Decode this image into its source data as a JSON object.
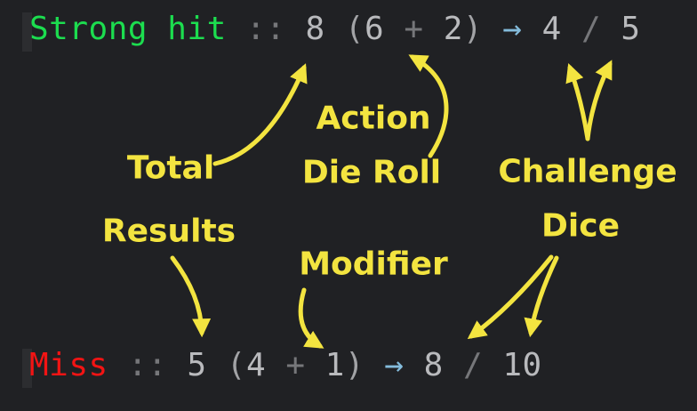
{
  "title": "Dice roll notation explanation",
  "palette": {
    "bg": "#202124",
    "cursor": "#2c2d30",
    "green": "#1cdd4f",
    "red": "#f21414",
    "num": "#b9babd",
    "paren": "#a2a3a6",
    "op": "#76777a",
    "blue": "#84bcdc",
    "yellow": "#f3e440"
  },
  "lines": {
    "strong_hit": {
      "full_text": "Strong hit :: 8 (6 + 2) → 4 / 5",
      "segments": [
        {
          "text": "Strong hit",
          "color": "green"
        },
        {
          "text": " :: ",
          "color": "op"
        },
        {
          "text": "8 ",
          "color": "num"
        },
        {
          "text": "(",
          "color": "paren"
        },
        {
          "text": "6",
          "color": "num"
        },
        {
          "text": " + ",
          "color": "op"
        },
        {
          "text": "2",
          "color": "num"
        },
        {
          "text": ")",
          "color": "paren"
        },
        {
          "text": " ",
          "color": "num"
        },
        {
          "text": "→",
          "color": "blue"
        },
        {
          "text": " 4 ",
          "color": "num"
        },
        {
          "text": "/",
          "color": "op"
        },
        {
          "text": " 5",
          "color": "num"
        }
      ]
    },
    "miss": {
      "full_text": "Miss :: 5 (4 + 1) → 8 / 10",
      "segments": [
        {
          "text": "Miss",
          "color": "red"
        },
        {
          "text": " :: ",
          "color": "op"
        },
        {
          "text": "5 ",
          "color": "num"
        },
        {
          "text": "(",
          "color": "paren"
        },
        {
          "text": "4",
          "color": "num"
        },
        {
          "text": " + ",
          "color": "op"
        },
        {
          "text": "1",
          "color": "num"
        },
        {
          "text": ")",
          "color": "paren"
        },
        {
          "text": " ",
          "color": "num"
        },
        {
          "text": "→",
          "color": "blue"
        },
        {
          "text": " 8 ",
          "color": "num"
        },
        {
          "text": "/",
          "color": "op"
        },
        {
          "text": " 10",
          "color": "num"
        }
      ]
    }
  },
  "labels": {
    "total": "Total",
    "results": "Results",
    "action": "Action",
    "die_roll": "Die Roll",
    "challenge": "Challenge",
    "dice": "Dice",
    "modifier": "Modifier"
  }
}
